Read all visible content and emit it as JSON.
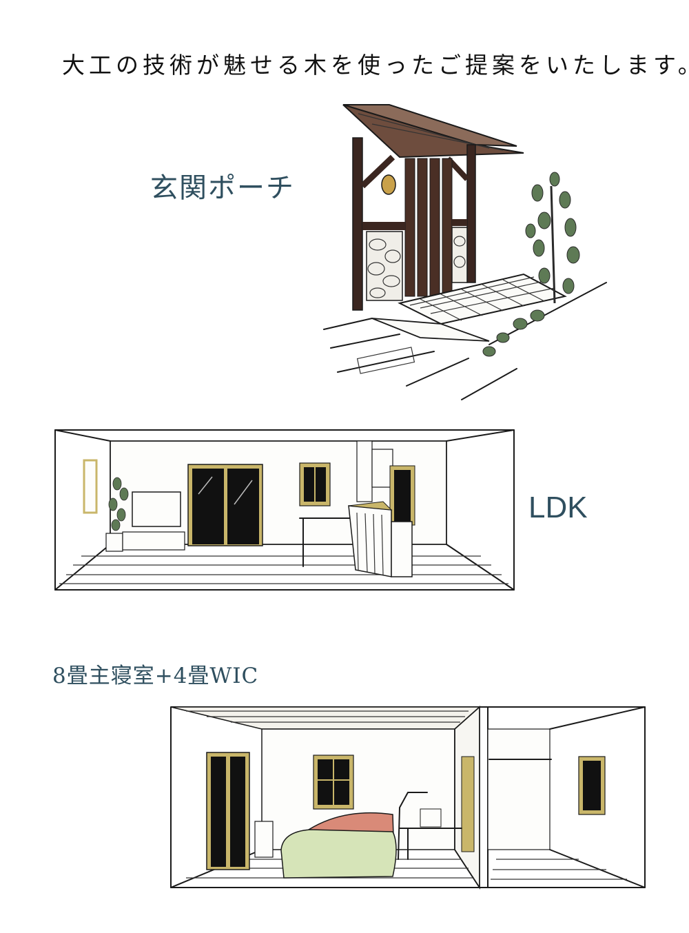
{
  "headline": "大工の技術が魅せる木を使ったご提案をいたします。",
  "sections": {
    "porch": {
      "label": "玄関ポーチ"
    },
    "ldk": {
      "label": "LDK"
    },
    "bedroom": {
      "label": "8畳主寝室+4畳WIC"
    }
  },
  "colors": {
    "label_text": "#2f4f5f",
    "wood_dark": "#4a2f25",
    "leaf_green": "#5e7a55",
    "window_frame": "#c9b66a",
    "bed_red": "#d98a78",
    "bed_green": "#d6e4b8"
  }
}
